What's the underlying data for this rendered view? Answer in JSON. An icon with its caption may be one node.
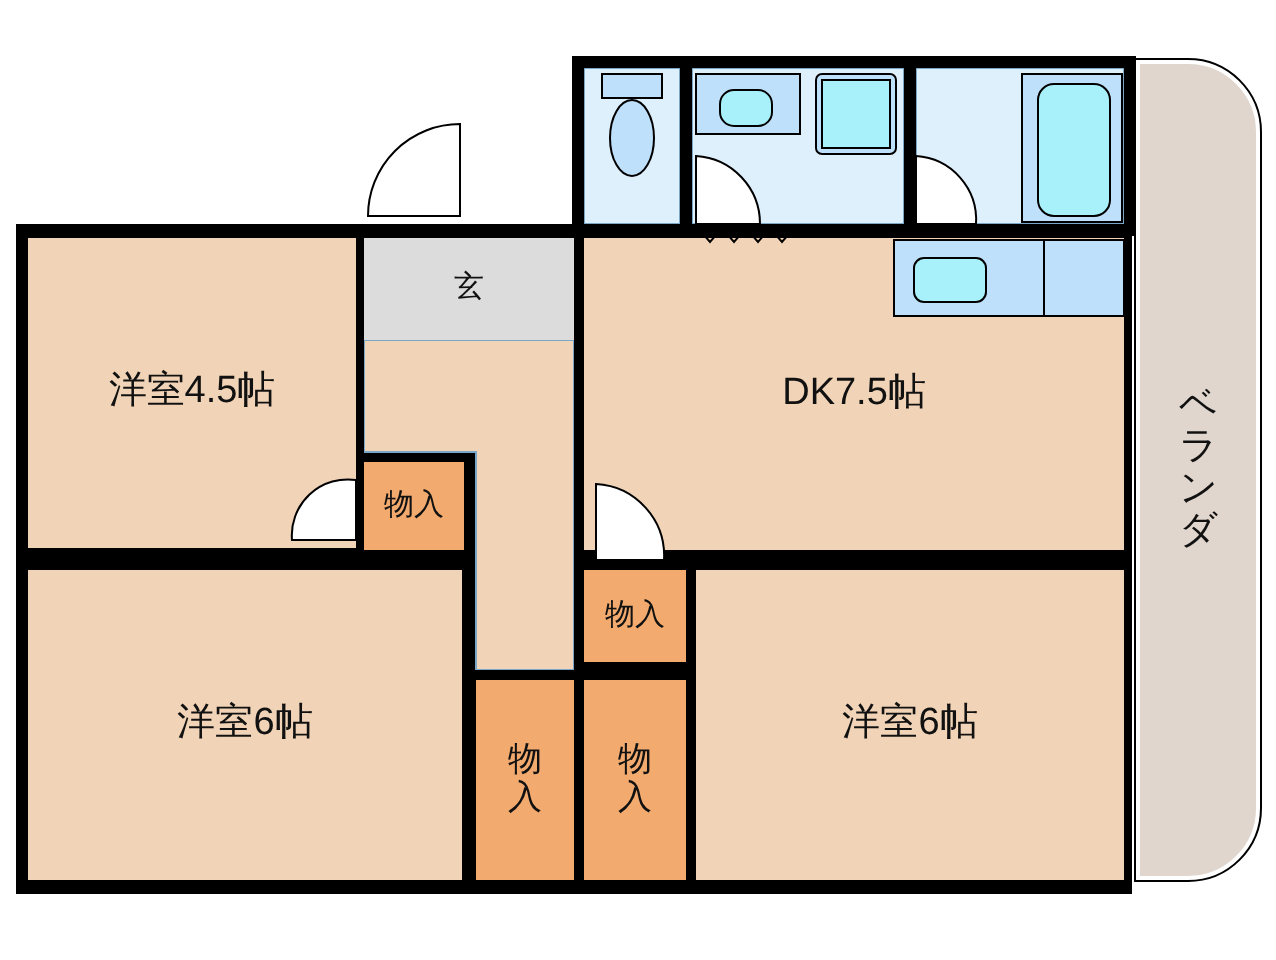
{
  "diagram": {
    "nodes": [
      {
        "text": [],
        "shape": "box"
      },
      {
        "text": [],
        "shape": "box"
      },
      {
        "text": [],
        "shape": "box"
      },
      {
        "text": [
          "玄"
        ]
      },
      {
        "text": [
          "洋室4.5帖"
        ]
      },
      {
        "text": [
          "DK7.5帖"
        ]
      },
      {
        "text": [
          "物入"
        ]
      },
      {
        "text": [
          "物入"
        ]
      },
      {
        "text": [
          "ベランダ"
        ]
      },
      {
        "text": [
          "洋室6帖"
        ]
      },
      {
        "text": [
          "物入"
        ]
      },
      {
        "text": [
          "物入"
        ]
      },
      {
        "text": [
          "洋室6帖"
        ]
      },
      {
        "text": [],
        "shape": "box"
      }
    ]
  }
}
